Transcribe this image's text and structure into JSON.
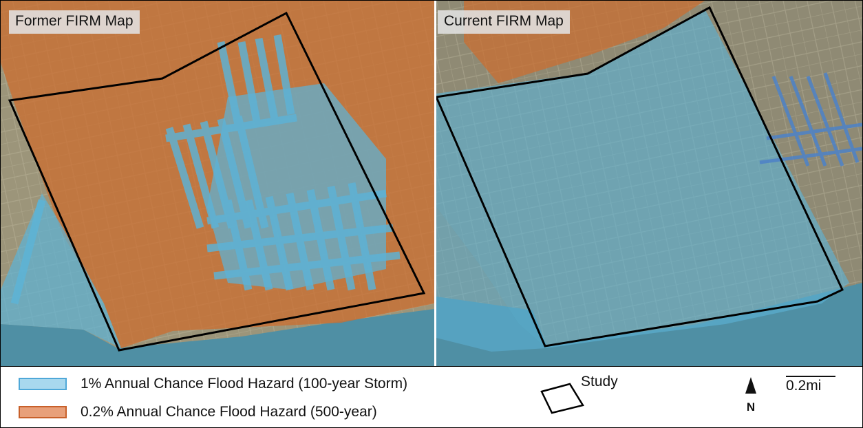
{
  "panels": [
    {
      "title": "Former FIRM Map"
    },
    {
      "title": "Current FIRM Map"
    }
  ],
  "legend": {
    "items": [
      {
        "label": "1% Annual Chance Flood Hazard (100-year Storm)",
        "fill": "#a8d8ee",
        "stroke": "#4fa8d8",
        "name": "legend-100-year"
      },
      {
        "label": "0.2% Annual Chance Flood Hazard (500-year)",
        "fill": "#e8a07a",
        "stroke": "#c8602a",
        "name": "legend-500-year"
      }
    ],
    "study_label": "Study",
    "north_label": "N",
    "scale_label": "0.2mi"
  },
  "colors": {
    "aerial_land": "#9c957a",
    "water": "#4f8fa4",
    "flood_100": "#5cb3d7",
    "flood_500": "#cc6e2f",
    "study_outline": "#000000"
  },
  "icons": [
    "north-arrow-icon",
    "study-area-icon"
  ]
}
